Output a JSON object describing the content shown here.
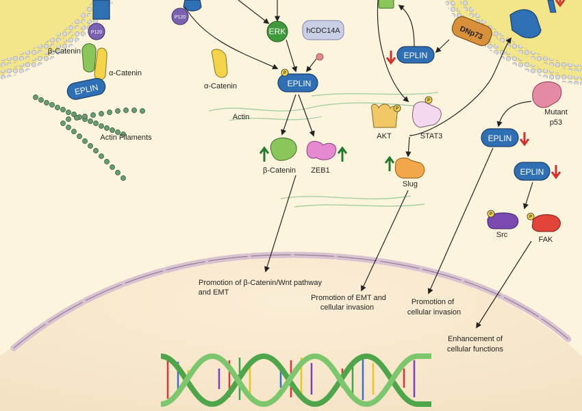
{
  "labels": {
    "p120_left": "P120",
    "beta_catenin_left": "β-Catenin",
    "alpha_catenin_left": "α-Catenin",
    "eplin_left": "EPLIN",
    "actin_filaments": "Actin Filaments",
    "p120_center": "P120",
    "erk": "ERK",
    "hcdc14a": "hCDC14A",
    "alpha_catenin_center": "α-Catenin",
    "eplin_center": "EPLIN",
    "actin": "Actin",
    "beta_catenin_center": "β-Catenin",
    "zeb1": "ZEB1",
    "eplin_right": "EPLIN",
    "dnp73": "DNp73",
    "akt": "AKT",
    "stat3": "STAT3",
    "slug": "Slug",
    "mutant_p53_line1": "Mutant",
    "mutant_p53_line2": "p53",
    "eplin_p53a": "EPLIN",
    "eplin_p53b": "EPLIN",
    "src": "Src",
    "fak": "FAK",
    "phospho": "P"
  },
  "outcomes": {
    "wnt_line1": "Promotion of β-Catenin/Wnt pathway",
    "wnt_line2": "and EMT",
    "emt_line1": "Promotion of EMT and",
    "emt_line2": "cellular invasion",
    "invasion_line1": "Promotion of",
    "invasion_line2": "cellular invasion",
    "functions_line1": "Enhancement of",
    "functions_line2": "cellular functions"
  },
  "colors": {
    "background": "#fcf4dc",
    "membrane": "#f3e58a",
    "eplin": "#2f6fb4",
    "up_arrow": "#237a2f",
    "down_arrow": "#d2302a",
    "erk": "#3e9a3a",
    "nucleus": "#e5d4df"
  }
}
